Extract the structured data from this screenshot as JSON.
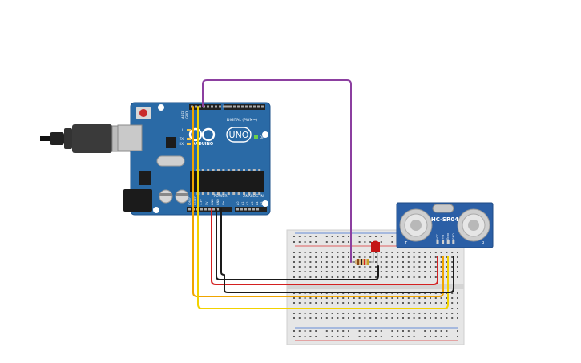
{
  "arduino": {
    "logo_text": "ARDUINO",
    "model_text": "UNO",
    "digital_label": "DIGITAL (PWM~)",
    "power_label": "POWER",
    "analog_label": "ANALOG IN",
    "on_label": "ON",
    "led_l_label": "L",
    "led_tx_label": "TX",
    "led_rx_label": "RX",
    "aref_label": "AREF",
    "gnd_label": "GND",
    "power_pins": [
      "IOREF",
      "RESET",
      "3.3V",
      "5V",
      "GND",
      "GND",
      "Vin"
    ],
    "analog_pins": [
      "A0",
      "A1",
      "A2",
      "A3",
      "A4",
      "A5"
    ]
  },
  "sensor": {
    "name": "HC-SR04",
    "pins": [
      "VCC",
      "Trig",
      "Echo",
      "GND"
    ],
    "left_letter": "T",
    "right_letter": "R"
  },
  "colors": {
    "board_blue": "#2a6aa6",
    "breadboard": "#e6e6e6",
    "wire_purple": "#8c3fa0",
    "wire_orange": "#f0a500",
    "wire_yellow": "#f2d200",
    "wire_red": "#d42020",
    "wire_black": "#1a1a1a",
    "led_red": "#c41515"
  }
}
